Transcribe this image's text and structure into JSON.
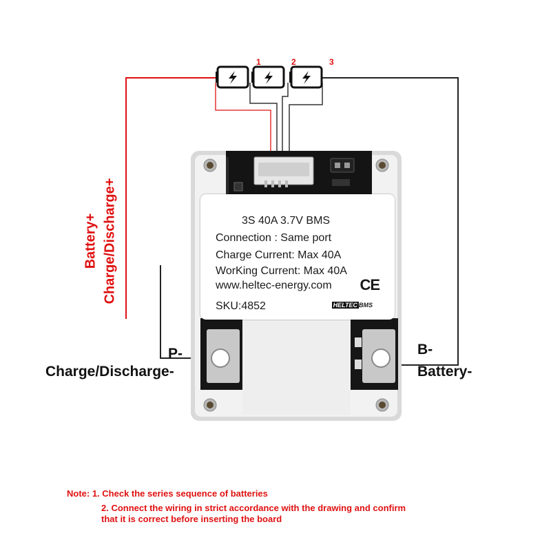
{
  "cells": {
    "numbers": [
      "1",
      "2",
      "3"
    ]
  },
  "sticker": {
    "title": "3S 40A 3.7V BMS",
    "connection": "Connection :  Same port",
    "charge_current": "Charge Current:  Max 40A",
    "working_current": "WorKing Current:  Max 40A",
    "website": "www.heltec-energy.com",
    "ce_mark": "CE",
    "sku": "SKU:4852",
    "brand_highlight": "HELTEC",
    "brand_suffix": "BMS"
  },
  "labels": {
    "p_minus": "P-",
    "charge_discharge_minus": "Charge/Discharge-",
    "b_minus": "B-",
    "battery_minus": "Battery-",
    "battery_plus": "Battery+",
    "charge_discharge_plus": "Charge/Discharge+"
  },
  "notes": {
    "line1": "Note: 1. Check the series sequence of batteries",
    "line2": "2. Connect the wiring in strict accordance with the drawing and confirm",
    "line3": "that it is correct before inserting the board"
  },
  "colors": {
    "accent": "#e01010",
    "board": "#111111",
    "sticker": "#ffffff"
  }
}
